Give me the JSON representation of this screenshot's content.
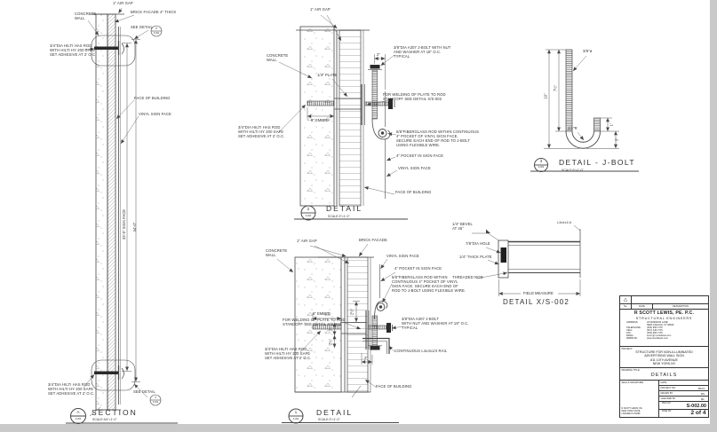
{
  "section": {
    "air_gap": "1\" AIR GAP",
    "concrete_wall": "CONCRETE\nWALL",
    "brick_facade": "BRICK FACADE 4\" THICK",
    "see_detail": "SEE DETAIL",
    "see_detail_2": "SEE DETAIL",
    "bubble_top_num": "2",
    "bubble_top_sheet": "S-002",
    "bubble_bot_num": "1",
    "bubble_bot_sheet": "S-002",
    "hilti_note": "3/4\"DIA HILTI HAS ROD\nWITH HILTI HY 200 SAFE\nSET ADHESIVE AT 2' O.C.",
    "hilti_note_2": "3/4\"DIA HILTI HAS ROD\nWITH HILTI HY 200 SAFE\nSET ADHESIVE AT 2' O.C.",
    "face_of_building": "FACE OF BUILDING",
    "vinyl_sign_face": "VINYL SIGN FACE",
    "dim_sign_face": "33'-5\" SIGN FACE",
    "dim_overall": "34'-0\"",
    "title_num": "A",
    "title_sheet": "S-002",
    "title_name": "SECTION",
    "title_scale": "SCALE:3/4\"=1'-0\""
  },
  "detail2": {
    "air_gap": "1\" AIR GAP",
    "concrete_wall": "CONCRETE\nWALL",
    "plate": "1/4\" PLATE",
    "dim_2": "2\"",
    "jbolt_note": "3/8\"DIA A307 J-BOLT WITH NUT\nAND WASHER AT 18\" O.C.\nTYPICAL",
    "weld_note": "FOR WELDING OF PLATE TO ROD\nSTANDOFF SEE DETAIL X/S-002",
    "embed": "6\" EMBED",
    "hilti_note": "3/4\"DIA HILTI HAS ROD\nWITH HILTI HY 200 SAFE\nSET ADHESIVE AT 2' O.C.",
    "fiberglass_note": "5/8\"FIBERGLASS ROD WITHIN CONTINUOUS\n4\" POCKET OF VINYL SIGN FACE.\nSECURE EACH END OF ROD TO J-BOLT\nUSING FLEXIBLE WIRE.",
    "pocket": "4\" POCKET IN SIGN FACE",
    "vinyl": "VINYL SIGN FACE",
    "face_of_building": "FACE OF BUILDING",
    "title_num": "2",
    "title_sheet": "S-002",
    "title_name": "DETAIL",
    "title_scale": "SCALE:3\"=1'-0\""
  },
  "detail1": {
    "air_gap": "1\" AIR GAP",
    "brick": "BRICK FACADE",
    "concrete_wall": "CONCRETE\nWALL",
    "vinyl": "VINYL SIGN FACE",
    "pocket": "4\" POCKET IN SIGN FACE",
    "fiberglass_note": "5/8\"FIBERGLASS ROD WITHIN\nCONTINUOUS 4\" POCKET OF VINYL\nSIGN FACE. SECURE EACH END OF\nROD TO J-BOLT USING FLEXIBLE WIRE.",
    "weld_note": "FOR WELDING OF PLATE TO ROD\nSTANDOFF SEE DETAIL X/S-002",
    "embed": "6\" EMBED",
    "dim_25": "2½\"",
    "dim_2a": "2\"",
    "dim_25b": "2½\"",
    "dim_2b": "2\"",
    "hilti_note": "3/4\"DIA HILTI HAS ROD\nWITH HILTI HY 200 SAFE\nSET ADHESIVE AT 2' O.C.",
    "jbolt_note": "3/8\"DIA A307 J-BOLT\nWITH NUT AND WASHER AT 18\" O.C.\nTYPICAL",
    "continuous": "CONTINUOUS L4x4x1/4 RAIL",
    "face_of_building": "FACE OF BUILDING",
    "title_num": "1",
    "title_sheet": "S-002",
    "title_name": "DETAIL",
    "title_scale": "SCALE:3\"=1'-0\""
  },
  "jbolt": {
    "dia": "3/8\"ø",
    "dim_10": "10\"",
    "dim_75": "7½\"",
    "radius": "1½\"R",
    "dim_1": "1\"",
    "dim_3": "3\"",
    "title_num": "3",
    "title_sheet": "S-002",
    "title_name": "DETAIL - J-BOLT",
    "title_scale": "SCALE:6\"=1'-0\""
  },
  "detailx": {
    "bevel": "1/4\" BEVEL\nAT 45°",
    "hole": "7/8\"DIA HOLE",
    "plate": "1/4\" THICK PLATE",
    "rod": "THREADED ROD",
    "angle": "L4x4x1/4",
    "field": "FIELD MEASURE",
    "title": "DETAIL X/S-002"
  },
  "titleblock": {
    "rev_no": "No.",
    "rev_date": "DATE",
    "rev_desc": "DESCRIPTION",
    "firm_name": "R SCOTT LEWIS, PE. P.C.",
    "firm_sub": "STRUCTURAL ENGINEERS",
    "address": [
      {
        "label": "ADDRESS:",
        "value": "34 WINDSOR LANE"
      },
      {
        "label": "",
        "value": "NEW CANAAN, CT 06840"
      },
      {
        "label": "TELEPHONE:",
        "value": "(203) 966-7176"
      },
      {
        "label": "CELL:",
        "value": "(917) 446-7176"
      },
      {
        "label": "FAX:",
        "value": "(203) 966-7176"
      },
      {
        "label": "EMAIL:",
        "value": "scott @ rscottlewis.com"
      },
      {
        "label": "WEBSITE:",
        "value": "www.rscottlewis.com"
      }
    ],
    "project_label": "PROJECT:",
    "project_lines": "STRUCTURE FOR NON-ILLUMINATED\nADVERTISING WALL SIGN\n811 10TH AVENUE\nNEW YORK,NY",
    "drawing_title_label": "DRAWING TITLE:",
    "drawing_title": "DETAILS",
    "seal_label": "SEAL & SIGNATURE",
    "seal_lines": "R SCOTT LEWIS, PE\nNEW YORK STATE\nLICENSE # 073089",
    "date_label": "DATE:",
    "project_no_label": "PROJECT NO.",
    "project_no": "B101",
    "drawn_by_label": "DRAWN BY.",
    "drawn_by": "RS",
    "checked_by_label": "CHECKED BY.",
    "checked_by": "RL",
    "dwg_no_label": "DWG NO.",
    "dwg_no": "S-002.00",
    "page_no_label": "PAGE NO.",
    "page_no": "2 of 4"
  }
}
